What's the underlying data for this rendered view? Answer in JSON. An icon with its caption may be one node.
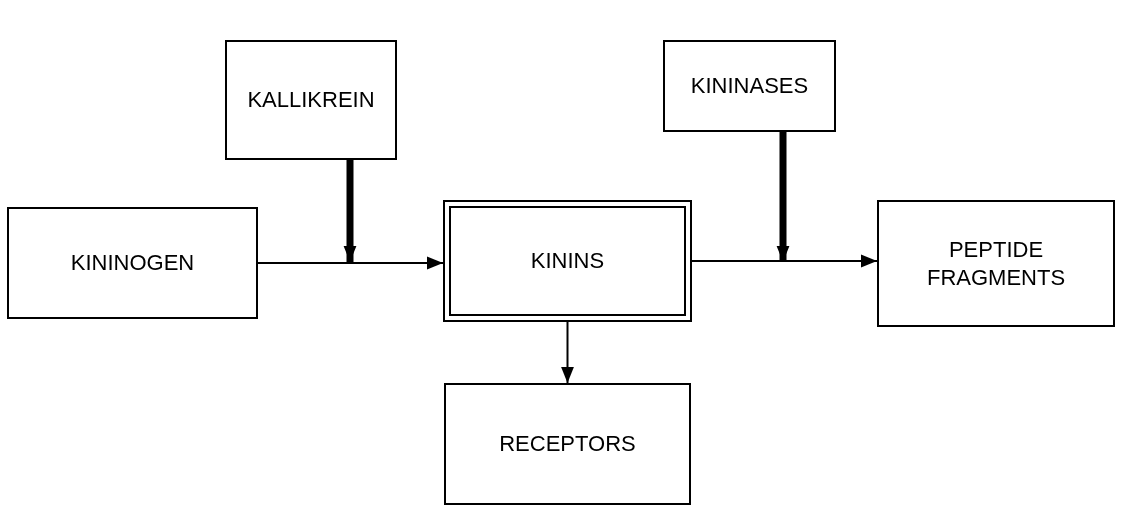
{
  "diagram": {
    "nodes": [
      {
        "text": [
          "KALLIKREIN"
        ]
      },
      {
        "text": [
          "KININASES"
        ]
      },
      {
        "text": [
          "KININOGEN"
        ]
      },
      {
        "text": [
          "KININS"
        ]
      },
      {
        "text": [
          "PEPTIDE FRAGMENTS"
        ]
      },
      {
        "text": [
          "RECEPTORS"
        ]
      }
    ],
    "edges": [
      {
        "from": 2,
        "to": 3,
        "arrow": "to"
      },
      {
        "from": 0,
        "to": null,
        "arrow": "to",
        "style": "thick"
      },
      {
        "from": 3,
        "to": 4,
        "arrow": "to"
      },
      {
        "from": 1,
        "to": null,
        "arrow": "to",
        "style": "thick"
      },
      {
        "from": 3,
        "to": 5,
        "arrow": "to"
      }
    ]
  }
}
